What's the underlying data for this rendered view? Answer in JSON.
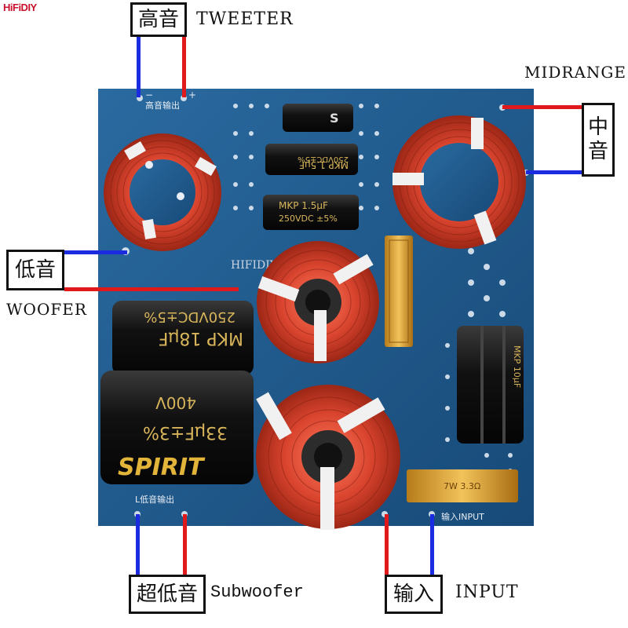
{
  "brand": {
    "logo_text": "HiFiDIY"
  },
  "labels": {
    "tweeter_cn": "高音",
    "tweeter_en": "TWEETER",
    "midrange_en": "MIDRANGE",
    "midrange_cn": "中\n音",
    "woofer_cn": "低音",
    "woofer_en": "WOOFER",
    "subwoofer_cn": "超低音",
    "subwoofer_en": "Subwoofer",
    "input_cn": "输入",
    "input_en": "INPUT"
  },
  "board": {
    "silkscreen_tweeter_out": "高音输出",
    "silkscreen_sub_out": "L低音输出",
    "silkscreen_input": "输入INPUT",
    "silkscreen_brand": "HIFIDIY",
    "plus": "+",
    "minus": "−",
    "cap_top_small": [
      "S"
    ],
    "cap_top_1": [
      "250VDC±5%",
      "MKP 1.5μF"
    ],
    "cap_top_2": [
      "MKP 1.5μF",
      "250VDC ±5%"
    ],
    "cap_big_1": [
      "250VDC±5%",
      "MKP 18μF"
    ],
    "cap_big_2": [
      "400V",
      "33μF±3%",
      "SPIRIT"
    ],
    "cap_right": [
      "MKP 10μF"
    ],
    "resistor_bottom": [
      "7W 3.3Ω"
    ]
  },
  "colors": {
    "board_blue": "#1e5a8e",
    "wire_red": "#e01a1a",
    "wire_blue": "#1a2be0",
    "coil_copper": "#d9442e",
    "capacitor_black": "#141414",
    "resistor_gold": "#d89a2a"
  }
}
